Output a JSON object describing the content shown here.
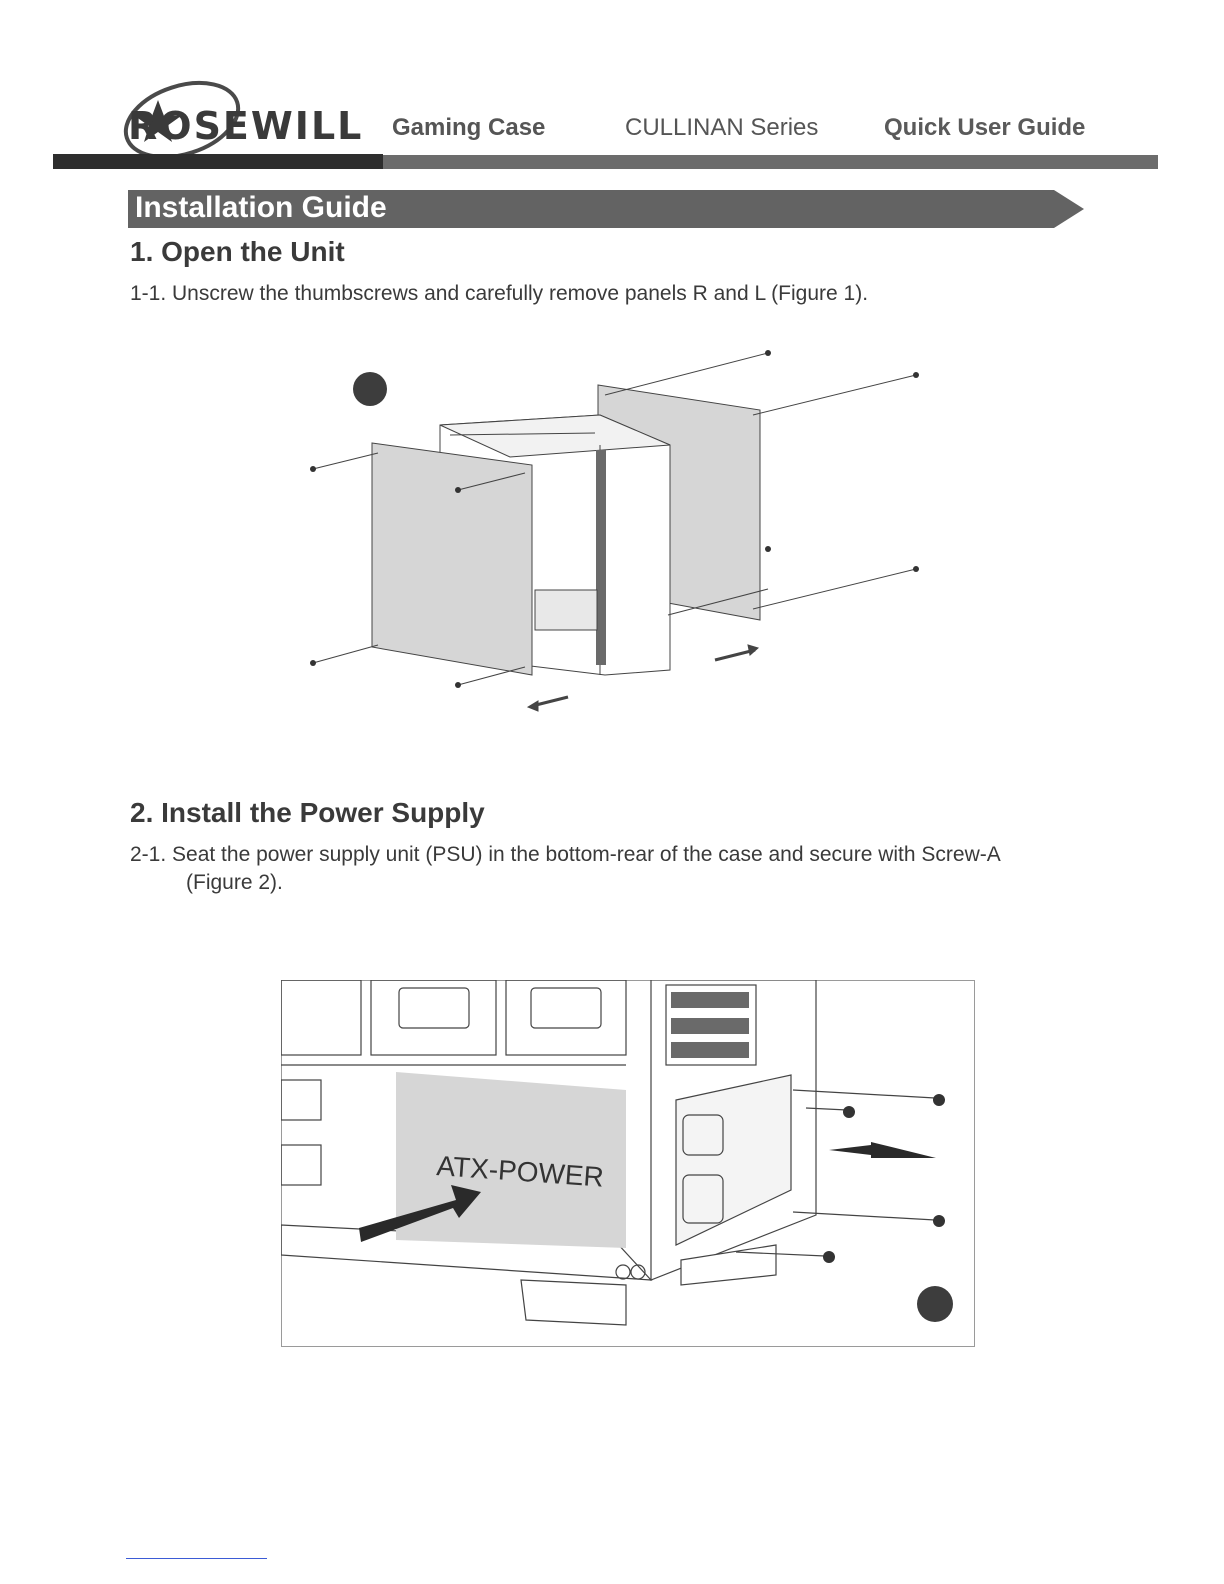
{
  "header": {
    "brand": "ROSEWILL",
    "product": "Gaming Case",
    "series": "CULLINAN Series",
    "guide": "Quick User Guide"
  },
  "banner": {
    "title": "Installation Guide"
  },
  "sections": [
    {
      "heading": "1.  Open the Unit",
      "steps": [
        "1-1.  Unscrew the thumbscrews and carefully remove panels R and L (Figure 1)."
      ]
    },
    {
      "heading": "2.  Install the Power Supply",
      "steps": [
        "2-1.  Seat the power supply unit (PSU) in the bottom-rear of the case and secure with Screw-A",
        "(Figure 2)."
      ]
    }
  ],
  "figure2": {
    "psu_label": "ATX-POWER"
  },
  "colors": {
    "banner": "#636363",
    "header_dark": "#2e2e2e",
    "header_light": "#6c6c6c",
    "panel_gray": "#d6d6d6"
  }
}
